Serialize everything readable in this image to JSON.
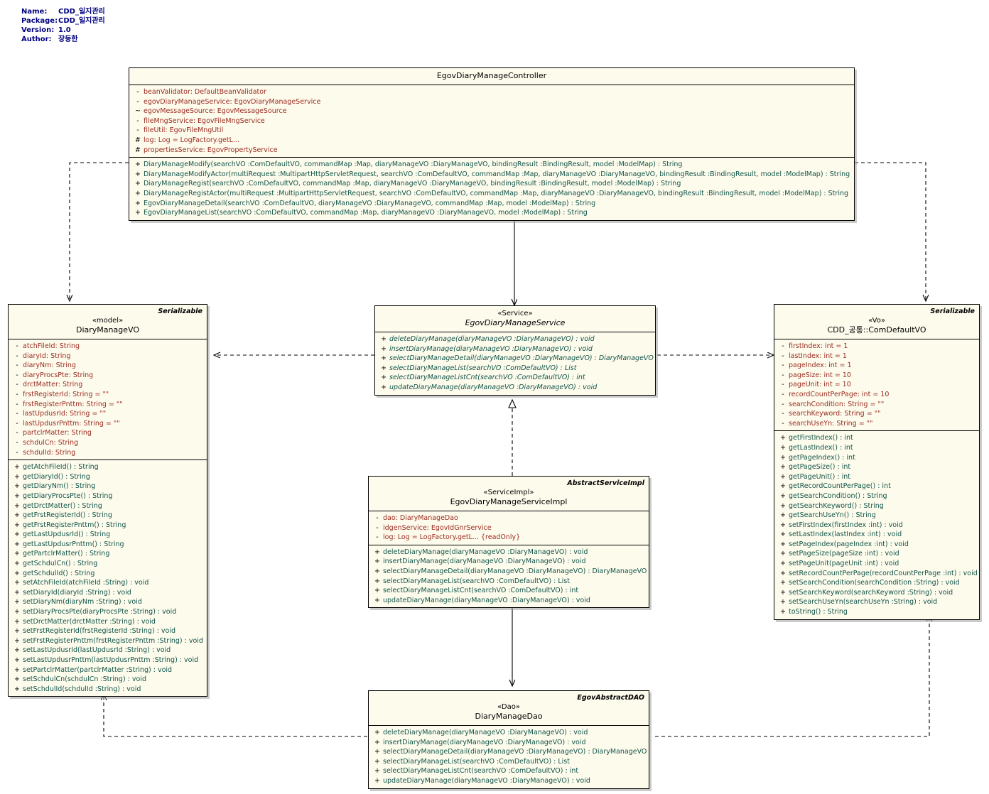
{
  "meta": {
    "name_label": "Name:",
    "name_value": "CDD_일지관리",
    "package_label": "Package:",
    "package_value": "CDD_일지관리",
    "version_label": "Version:",
    "version_value": "1.0",
    "author_label": "Author:",
    "author_value": "장등한"
  },
  "colors": {
    "class_fill": "#fdfbec",
    "border": "#000000",
    "attribute_text": "#9b2b22",
    "operation_text": "#11544a",
    "meta_text": "#000080"
  },
  "classes": {
    "controller": {
      "tag": "",
      "stereotype": "",
      "name": "EgovDiaryManageController",
      "attributes": [
        {
          "vis": "-",
          "sig": "beanValidator:  DefaultBeanValidator"
        },
        {
          "vis": "-",
          "sig": "egovDiaryManageService:  EgovDiaryManageService"
        },
        {
          "vis": "~",
          "sig": "egovMessageSource:  EgovMessageSource"
        },
        {
          "vis": "-",
          "sig": "fileMngService:  EgovFileMngService"
        },
        {
          "vis": "-",
          "sig": "fileUtil:  EgovFileMngUtil"
        },
        {
          "vis": "#",
          "sig": "log:  Log = LogFactory.getL..."
        },
        {
          "vis": "#",
          "sig": "propertiesService:  EgovPropertyService"
        }
      ],
      "operations": [
        {
          "vis": "+",
          "sig": "DiaryManageModify(searchVO :ComDefaultVO, commandMap :Map, diaryManageVO :DiaryManageVO, bindingResult :BindingResult, model :ModelMap) : String"
        },
        {
          "vis": "+",
          "sig": "DiaryManageModifyActor(multiRequest :MultipartHttpServletRequest, searchVO :ComDefaultVO, commandMap :Map, diaryManageVO :DiaryManageVO, bindingResult :BindingResult, model :ModelMap) : String"
        },
        {
          "vis": "+",
          "sig": "DiaryManageRegist(searchVO :ComDefaultVO, commandMap :Map, diaryManageVO :DiaryManageVO, bindingResult :BindingResult, model :ModelMap) : String"
        },
        {
          "vis": "+",
          "sig": "DiaryManageRegistActor(multiRequest :MultipartHttpServletRequest, searchVO :ComDefaultVO, commandMap :Map, diaryManageVO :DiaryManageVO, bindingResult :BindingResult, model :ModelMap) : String"
        },
        {
          "vis": "+",
          "sig": "EgovDiaryManageDetail(searchVO :ComDefaultVO, diaryManageVO :DiaryManageVO, commandMap :Map, model :ModelMap) : String"
        },
        {
          "vis": "+",
          "sig": "EgovDiaryManageList(searchVO :ComDefaultVO, commandMap :Map, diaryManageVO :DiaryManageVO, model :ModelMap) : String"
        }
      ]
    },
    "diary_manage_vo": {
      "tag": "Serializable",
      "stereotype": "«model»",
      "name": "DiaryManageVO",
      "attributes": [
        {
          "vis": "-",
          "sig": "atchFileId:  String"
        },
        {
          "vis": "-",
          "sig": "diaryId:  String"
        },
        {
          "vis": "-",
          "sig": "diaryNm:  String"
        },
        {
          "vis": "-",
          "sig": "diaryProcsPte:  String"
        },
        {
          "vis": "-",
          "sig": "drctMatter:  String"
        },
        {
          "vis": "-",
          "sig": "frstRegisterId:  String = \"\""
        },
        {
          "vis": "-",
          "sig": "frstRegisterPnttm:  String = \"\""
        },
        {
          "vis": "-",
          "sig": "lastUpdusrId:  String = \"\""
        },
        {
          "vis": "-",
          "sig": "lastUpdusrPnttm:  String = \"\""
        },
        {
          "vis": "-",
          "sig": "partclrMatter:  String"
        },
        {
          "vis": "-",
          "sig": "schdulCn:  String"
        },
        {
          "vis": "-",
          "sig": "schdulId:  String"
        }
      ],
      "operations": [
        {
          "vis": "+",
          "sig": "getAtchFileId() : String"
        },
        {
          "vis": "+",
          "sig": "getDiaryId() : String"
        },
        {
          "vis": "+",
          "sig": "getDiaryNm() : String"
        },
        {
          "vis": "+",
          "sig": "getDiaryProcsPte() : String"
        },
        {
          "vis": "+",
          "sig": "getDrctMatter() : String"
        },
        {
          "vis": "+",
          "sig": "getFrstRegisterId() : String"
        },
        {
          "vis": "+",
          "sig": "getFrstRegisterPnttm() : String"
        },
        {
          "vis": "+",
          "sig": "getLastUpdusrId() : String"
        },
        {
          "vis": "+",
          "sig": "getLastUpdusrPnttm() : String"
        },
        {
          "vis": "+",
          "sig": "getPartclrMatter() : String"
        },
        {
          "vis": "+",
          "sig": "getSchdulCn() : String"
        },
        {
          "vis": "+",
          "sig": "getSchdulId() : String"
        },
        {
          "vis": "+",
          "sig": "setAtchFileId(atchFileId :String) : void"
        },
        {
          "vis": "+",
          "sig": "setDiaryId(diaryId :String) : void"
        },
        {
          "vis": "+",
          "sig": "setDiaryNm(diaryNm :String) : void"
        },
        {
          "vis": "+",
          "sig": "setDiaryProcsPte(diaryProcsPte :String) : void"
        },
        {
          "vis": "+",
          "sig": "setDrctMatter(drctMatter :String) : void"
        },
        {
          "vis": "+",
          "sig": "setFrstRegisterId(frstRegisterId :String) : void"
        },
        {
          "vis": "+",
          "sig": "setFrstRegisterPnttm(frstRegisterPnttm :String) : void"
        },
        {
          "vis": "+",
          "sig": "setLastUpdusrId(lastUpdusrId :String) : void"
        },
        {
          "vis": "+",
          "sig": "setLastUpdusrPnttm(lastUpdusrPnttm :String) : void"
        },
        {
          "vis": "+",
          "sig": "setPartclrMatter(partclrMatter :String) : void"
        },
        {
          "vis": "+",
          "sig": "setSchdulCn(schdulCn :String) : void"
        },
        {
          "vis": "+",
          "sig": "setSchdulId(schdulId :String) : void"
        }
      ]
    },
    "service": {
      "tag": "",
      "stereotype": "«Service»",
      "name": "EgovDiaryManageService",
      "attributes": [],
      "operations": [
        {
          "vis": "+",
          "sig": "deleteDiaryManage(diaryManageVO :DiaryManageVO) : void"
        },
        {
          "vis": "+",
          "sig": "insertDiaryManage(diaryManageVO :DiaryManageVO) : void"
        },
        {
          "vis": "+",
          "sig": "selectDiaryManageDetail(diaryManageVO :DiaryManageVO) : DiaryManageVO"
        },
        {
          "vis": "+",
          "sig": "selectDiaryManageList(searchVO :ComDefaultVO) : List"
        },
        {
          "vis": "+",
          "sig": "selectDiaryManageListCnt(searchVO :ComDefaultVO) : int"
        },
        {
          "vis": "+",
          "sig": "updateDiaryManage(diaryManageVO :DiaryManageVO) : void"
        }
      ]
    },
    "service_impl": {
      "tag": "AbstractServiceImpl",
      "stereotype": "«ServiceImpl»",
      "name": "EgovDiaryManageServiceImpl",
      "attributes": [
        {
          "vis": "-",
          "sig": "dao:  DiaryManageDao"
        },
        {
          "vis": "-",
          "sig": "idgenService:  EgovIdGnrService"
        },
        {
          "vis": "-",
          "sig": "log:  Log = LogFactory.getL... {readOnly}"
        }
      ],
      "operations": [
        {
          "vis": "+",
          "sig": "deleteDiaryManage(diaryManageVO :DiaryManageVO) : void"
        },
        {
          "vis": "+",
          "sig": "insertDiaryManage(diaryManageVO :DiaryManageVO) : void"
        },
        {
          "vis": "+",
          "sig": "selectDiaryManageDetail(diaryManageVO :DiaryManageVO) : DiaryManageVO"
        },
        {
          "vis": "+",
          "sig": "selectDiaryManageList(searchVO :ComDefaultVO) : List"
        },
        {
          "vis": "+",
          "sig": "selectDiaryManageListCnt(searchVO :ComDefaultVO) : int"
        },
        {
          "vis": "+",
          "sig": "updateDiaryManage(diaryManageVO :DiaryManageVO) : void"
        }
      ]
    },
    "dao": {
      "tag": "EgovAbstractDAO",
      "stereotype": "«Dao»",
      "name": "DiaryManageDao",
      "attributes": [],
      "operations": [
        {
          "vis": "+",
          "sig": "deleteDiaryManage(diaryManageVO :DiaryManageVO) : void"
        },
        {
          "vis": "+",
          "sig": "insertDiaryManage(diaryManageVO :DiaryManageVO) : void"
        },
        {
          "vis": "+",
          "sig": "selectDiaryManageDetail(diaryManageVO :DiaryManageVO) : DiaryManageVO"
        },
        {
          "vis": "+",
          "sig": "selectDiaryManageList(searchVO :ComDefaultVO) : List"
        },
        {
          "vis": "+",
          "sig": "selectDiaryManageListCnt(searchVO :ComDefaultVO) : int"
        },
        {
          "vis": "+",
          "sig": "updateDiaryManage(diaryManageVO :DiaryManageVO) : void"
        }
      ]
    },
    "com_default_vo": {
      "tag": "Serializable",
      "stereotype": "«Vo»",
      "name": "CDD_공통::ComDefaultVO",
      "attributes": [
        {
          "vis": "-",
          "sig": "firstIndex:  int = 1"
        },
        {
          "vis": "-",
          "sig": "lastIndex:  int = 1"
        },
        {
          "vis": "-",
          "sig": "pageIndex:  int = 1"
        },
        {
          "vis": "-",
          "sig": "pageSize:  int = 10"
        },
        {
          "vis": "-",
          "sig": "pageUnit:  int = 10"
        },
        {
          "vis": "-",
          "sig": "recordCountPerPage:  int = 10"
        },
        {
          "vis": "-",
          "sig": "searchCondition:  String = \"\""
        },
        {
          "vis": "-",
          "sig": "searchKeyword:  String = \"\""
        },
        {
          "vis": "-",
          "sig": "searchUseYn:  String = \"\""
        }
      ],
      "operations": [
        {
          "vis": "+",
          "sig": "getFirstIndex() : int"
        },
        {
          "vis": "+",
          "sig": "getLastIndex() : int"
        },
        {
          "vis": "+",
          "sig": "getPageIndex() : int"
        },
        {
          "vis": "+",
          "sig": "getPageSize() : int"
        },
        {
          "vis": "+",
          "sig": "getPageUnit() : int"
        },
        {
          "vis": "+",
          "sig": "getRecordCountPerPage() : int"
        },
        {
          "vis": "+",
          "sig": "getSearchCondition() : String"
        },
        {
          "vis": "+",
          "sig": "getSearchKeyword() : String"
        },
        {
          "vis": "+",
          "sig": "getSearchUseYn() : String"
        },
        {
          "vis": "+",
          "sig": "setFirstIndex(firstIndex :int) : void"
        },
        {
          "vis": "+",
          "sig": "setLastIndex(lastIndex :int) : void"
        },
        {
          "vis": "+",
          "sig": "setPageIndex(pageIndex :int) : void"
        },
        {
          "vis": "+",
          "sig": "setPageSize(pageSize :int) : void"
        },
        {
          "vis": "+",
          "sig": "setPageUnit(pageUnit :int) : void"
        },
        {
          "vis": "+",
          "sig": "setRecordCountPerPage(recordCountPerPage :int) : void"
        },
        {
          "vis": "+",
          "sig": "setSearchCondition(searchCondition :String) : void"
        },
        {
          "vis": "+",
          "sig": "setSearchKeyword(searchKeyword :String) : void"
        },
        {
          "vis": "+",
          "sig": "setSearchUseYn(searchUseYn :String) : void"
        },
        {
          "vis": "+",
          "sig": "toString() : String"
        }
      ]
    }
  },
  "relationships": [
    {
      "name": "controller-to-diarymanagevo",
      "type": "dependency"
    },
    {
      "name": "controller-to-service",
      "type": "association"
    },
    {
      "name": "controller-to-comdefaultvo",
      "type": "dependency"
    },
    {
      "name": "service-to-diarymanagevo",
      "type": "dependency"
    },
    {
      "name": "service-to-comdefaultvo",
      "type": "dependency"
    },
    {
      "name": "serviceimpl-realizes-service",
      "type": "realization"
    },
    {
      "name": "serviceimpl-to-dao",
      "type": "association"
    },
    {
      "name": "dao-to-diarymanagevo",
      "type": "dependency"
    },
    {
      "name": "dao-to-comdefaultvo",
      "type": "dependency"
    }
  ]
}
